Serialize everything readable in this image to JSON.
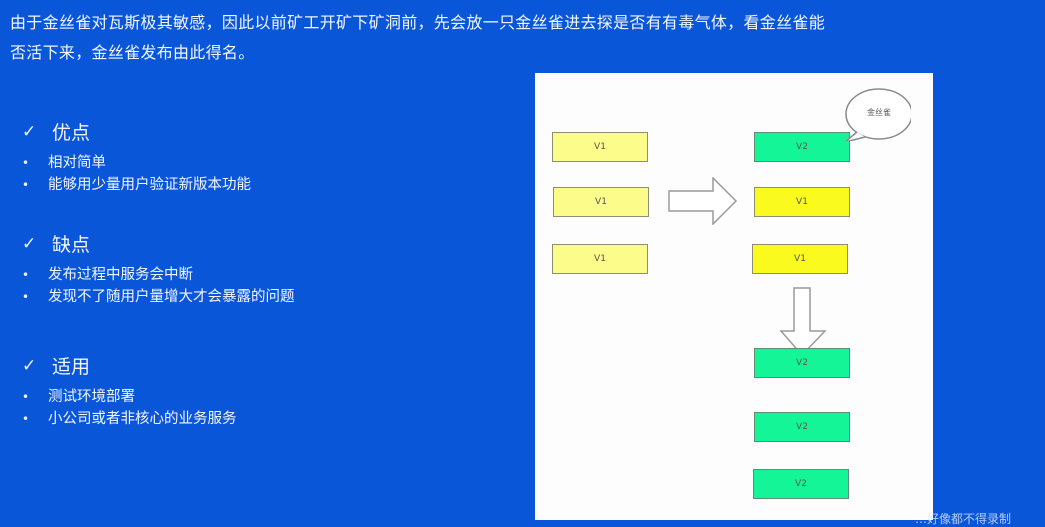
{
  "intro": {
    "line1": "由于金丝雀对瓦斯极其敏感，因此以前矿工开矿下矿洞前，先会放一只金丝雀进去探是否有有毒气体，看金丝雀能",
    "line2": "否活下来，金丝雀发布由此得名。"
  },
  "sections": [
    {
      "check": "✓",
      "title": "优点",
      "items": [
        "相对简单",
        "能够用少量用户验证新版本功能"
      ]
    },
    {
      "check": "✓",
      "title": "缺点",
      "items": [
        "发布过程中服务会中断",
        "发现不了随用户量增大才会暴露的问题"
      ]
    },
    {
      "check": "✓",
      "title": "适用",
      "items": [
        "测试环境部署",
        "小公司或者非核心的业务服务"
      ]
    }
  ],
  "bullet_glyph": "•",
  "diagram": {
    "left_column": [
      "V1",
      "V1",
      "V1"
    ],
    "middle_column": [
      "V2",
      "V1",
      "V1"
    ],
    "bottom_column": [
      "V2",
      "V2",
      "V2"
    ],
    "bubble_label": "金丝雀",
    "colors": {
      "v1_light": "#fcfc8a",
      "v1_bright": "#fafa1e",
      "v2": "#14f598",
      "background": "#0a56d9"
    }
  },
  "watermark": "…好像都不得录制"
}
